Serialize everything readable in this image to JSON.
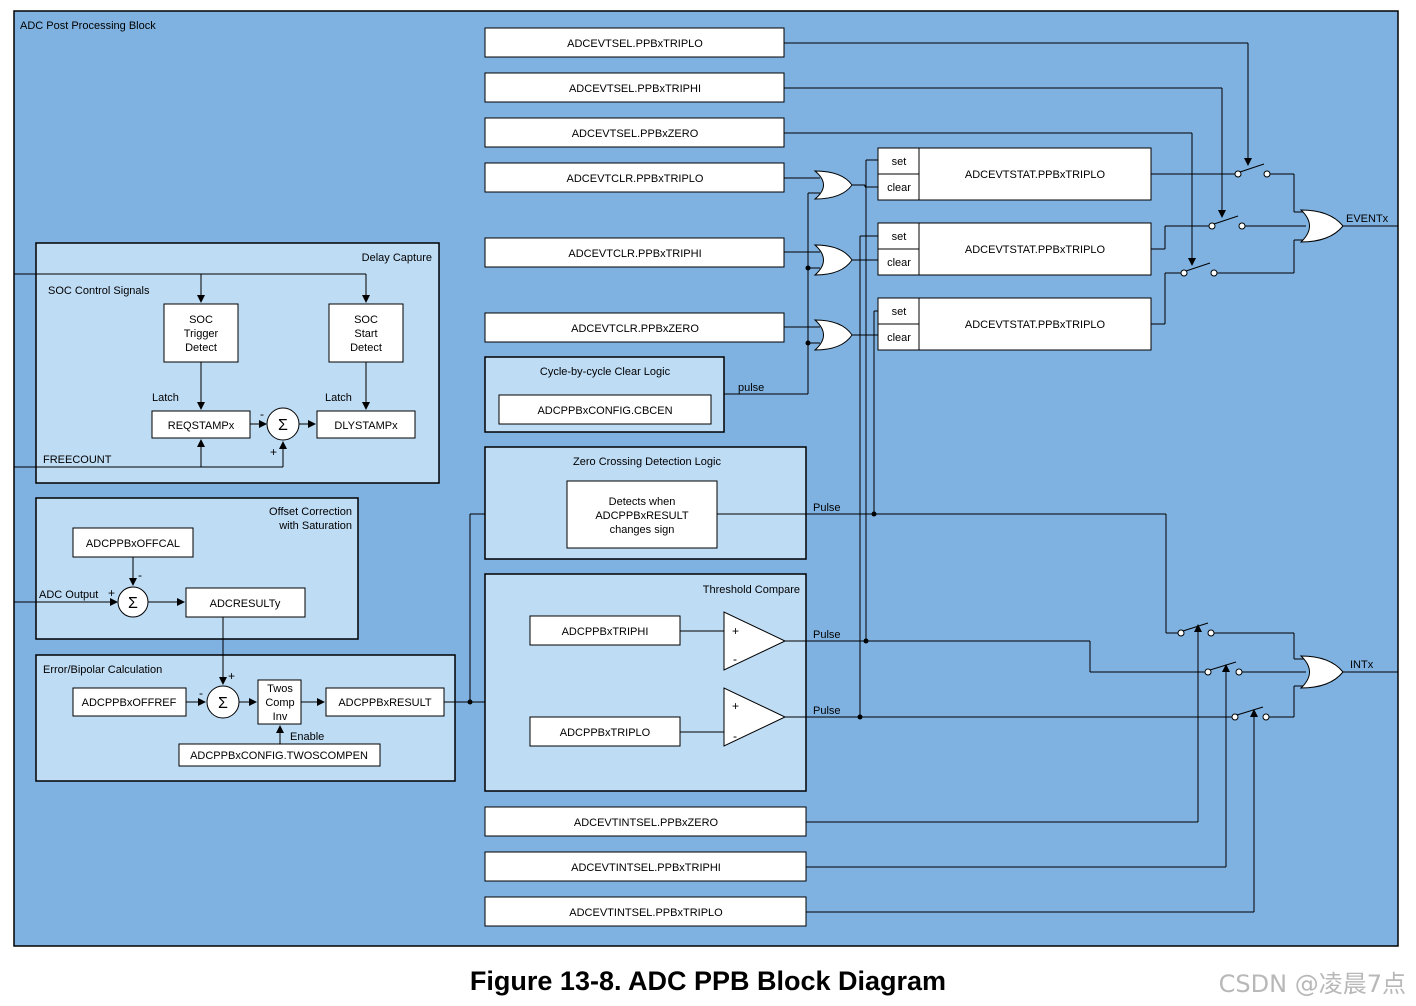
{
  "outer_title": "ADC Post Processing Block",
  "reg_boxes": {
    "evtsel_triplo": "ADCEVTSEL.PPBxTRIPLO",
    "evtsel_triphi": "ADCEVTSEL.PPBxTRIPHI",
    "evtsel_zero": "ADCEVTSEL.PPBxZERO",
    "evtclr_triplo": "ADCEVTCLR.PPBxTRIPLO",
    "evtclr_triphi": "ADCEVTCLR.PPBxTRIPHI",
    "evtclr_zero": "ADCEVTCLR.PPBxZERO",
    "intsel_zero": "ADCEVTINTSEL.PPBxZERO",
    "intsel_triphi": "ADCEVTINTSEL.PPBxTRIPHI",
    "intsel_triplo": "ADCEVTINTSEL.PPBxTRIPLO"
  },
  "evtstat": [
    {
      "set": "set",
      "clear": "clear",
      "name": "ADCEVTSTAT.PPBxTRIPLO"
    },
    {
      "set": "set",
      "clear": "clear",
      "name": "ADCEVTSTAT.PPBxTRIPLO"
    },
    {
      "set": "set",
      "clear": "clear",
      "name": "ADCEVTSTAT.PPBxTRIPLO"
    }
  ],
  "delay_capture": {
    "title": "Delay Capture",
    "soc_signals": "SOC Control Signals",
    "soc_trigger": [
      "SOC",
      "Trigger",
      "Detect"
    ],
    "soc_start": [
      "SOC",
      "Start",
      "Detect"
    ],
    "latch_left": "Latch",
    "latch_right": "Latch",
    "reqstamp": "REQSTAMPx",
    "dlystamp": "DLYSTAMPx",
    "freecount": "FREECOUNT",
    "minus": "-",
    "plus": "+"
  },
  "offset": {
    "title": [
      "Offset Correction",
      "with Saturation"
    ],
    "offcal": "ADCPPBxOFFCAL",
    "adc_output": "ADC Output",
    "adcresult": "ADCRESULTy",
    "plus": "+",
    "minus": "-"
  },
  "error_calc": {
    "title": "Error/Bipolar Calculation",
    "offref": "ADCPPBxOFFREF",
    "twos": [
      "Twos",
      "Comp",
      "Inv"
    ],
    "ppbresult": "ADCPPBxRESULT",
    "enable": "Enable",
    "twoscompen": "ADCPPBxCONFIG.TWOSCOMPEN",
    "minus": "-",
    "plus": "+"
  },
  "cbc": {
    "title": "Cycle-by-cycle Clear Logic",
    "reg": "ADCPPBxCONFIG.CBCEN",
    "pulse": "pulse"
  },
  "zero_cross": {
    "title": "Zero Crossing Detection Logic",
    "text": [
      "Detects when",
      "ADCPPBxRESULT",
      "changes sign"
    ],
    "pulse": "Pulse"
  },
  "threshold": {
    "title": "Threshold Compare",
    "triphi": "ADCPPBxTRIPHI",
    "triplo": "ADCPPBxTRIPLO",
    "pulse_hi": "Pulse",
    "pulse_lo": "Pulse",
    "plus": "+",
    "minus": "-"
  },
  "outputs": {
    "event": "EVENTx",
    "int": "INTx"
  },
  "sigma": "Σ",
  "caption": "Figure 13-8. ADC PPB Block Diagram",
  "watermark": "CSDN @凌晨7点",
  "colors": {
    "outer_fill": "#7fb2e0",
    "inner_fill": "#bfdcf5",
    "box_fill": "#ffffff",
    "line": "#000000"
  }
}
